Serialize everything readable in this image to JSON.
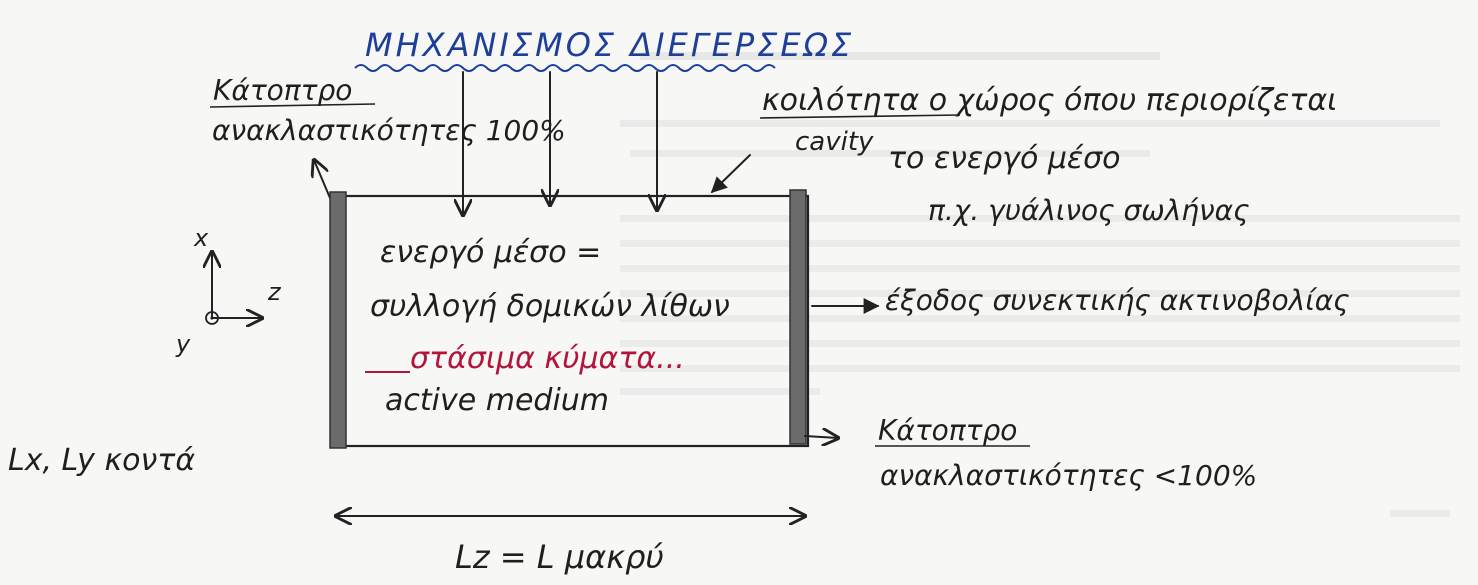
{
  "excitation": {
    "label": "ΜΗΧΑΝΙΣΜΟΣ ΔΙΕΓΕΡΣΕΩΣ"
  },
  "mirror_left": {
    "title": "Κάτοπτρο",
    "reflectivity": "ανακλαστικότητες 100%"
  },
  "cavity": {
    "greek": "κοιλότητα ο χώρος όπου περιορίζεται",
    "english": "cavity",
    "medium_line": "το ενεργό μέσο",
    "example": "π.χ. γυάλινος σωλήνας"
  },
  "medium": {
    "line1": "ενεργό μέσο =",
    "line2": "συλλογή δομικών λίθων",
    "standing_waves": "στάσιμα κύματα...",
    "english": "active medium"
  },
  "output": {
    "label": "έξοδος συνεκτικής ακτινοβολίας"
  },
  "mirror_right": {
    "title": "Κάτοπτρο",
    "reflectivity": "ανακλαστικότητες <100%"
  },
  "axes": {
    "x": "x",
    "y": "y",
    "z": "z"
  },
  "dims": {
    "transverse": "Lx, Ly κοντά",
    "longitudinal": "Lz = L μακρύ"
  },
  "colors": {
    "ink": "#1f1f1f",
    "blue": "#1d3f9a",
    "red": "#b3143a",
    "mirror": "#6b6b6b"
  }
}
